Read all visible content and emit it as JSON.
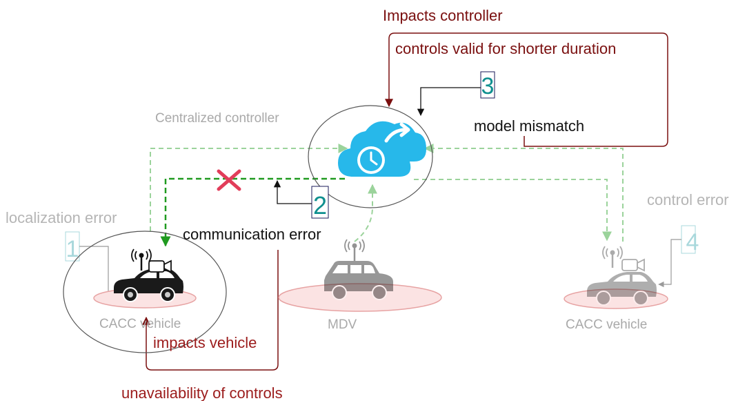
{
  "labels": {
    "impacts_controller": "Impacts controller",
    "controls_valid": "controls valid for shorter duration",
    "model_mismatch": "model mismatch",
    "centralized_controller": "Centralized controller",
    "localization_error": "localization error",
    "communication_error": "communication error",
    "control_error": "control error",
    "impacts_vehicle": "impacts vehicle",
    "unavailability": "unavailability of controls",
    "cacc_vehicle_left": "CACC vehicle",
    "mdv": "MDV",
    "cacc_vehicle_right": "CACC vehicle"
  },
  "markers": {
    "m1": "1",
    "m2": "2",
    "m3": "3",
    "m4": "4"
  },
  "colors": {
    "dark_red": "#7a0f0f",
    "gray_text": "#a9a9a9",
    "teal": "#0f8f8f",
    "light_teal": "#a9d8dc",
    "green_dashed": "#9bd39b",
    "green_solid": "#1f9a1f",
    "cross_red": "#e23d5a",
    "pink_ellipse_fill": "#fbe3e3",
    "pink_ellipse_stroke": "#e7a3a3",
    "cloud_blue": "#27b8ea"
  },
  "icons": {
    "cross": "x-mark-icon",
    "cloud": "cloud-clock-icon",
    "car": "car-icon",
    "suv": "suv-icon",
    "antenna": "antenna-icon",
    "camera": "video-camera-icon"
  }
}
